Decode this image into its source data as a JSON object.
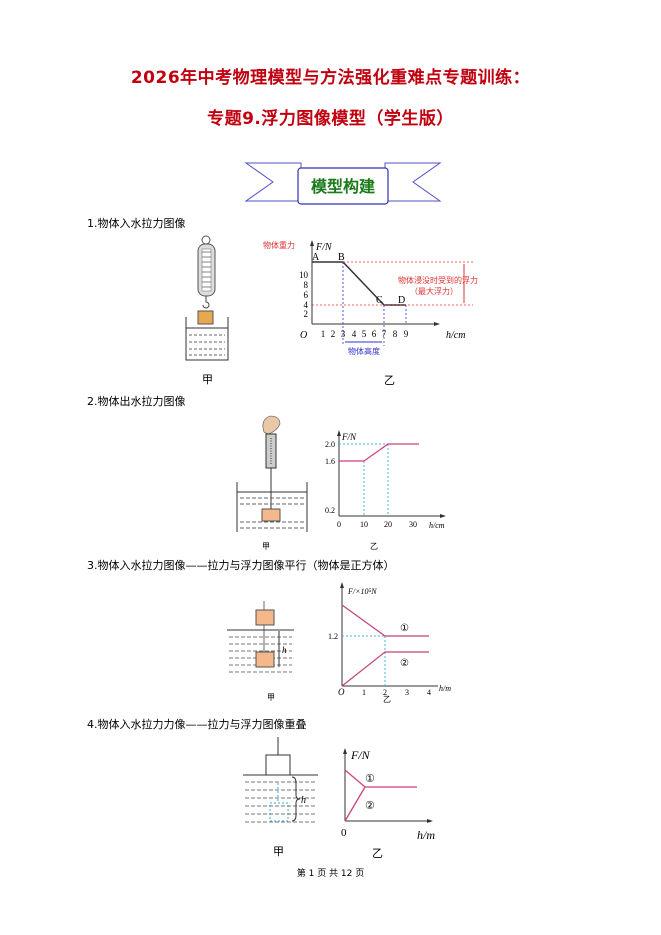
{
  "title_line1": "2026年中考物理模型与方法强化重难点专题训练：",
  "title_line2": "专题9.浮力图像模型（学生版）",
  "banner": "模型构建",
  "sections": [
    {
      "heading": "1.物体入水拉力图像",
      "left_caption": "甲",
      "right_caption": "乙",
      "annotations": {
        "weight": "物体重力",
        "buoyancy": "物体浸没时受到的浮力",
        "max_buoyancy": "（最大浮力）",
        "height": "物体高度"
      },
      "ylabel": "F/N",
      "xlabel": "h/cm",
      "origin": "O",
      "points": [
        "A",
        "B",
        "C",
        "D"
      ],
      "yticks": [
        "2",
        "4",
        "6",
        "8",
        "10"
      ],
      "xticks": [
        "1",
        "2",
        "3",
        "4",
        "5",
        "6",
        "7",
        "8",
        "9"
      ]
    },
    {
      "heading": "2.物体出水拉力图像",
      "left_caption": "甲",
      "right_caption": "乙",
      "ylabel": "F/N",
      "xlabel": "h/cm",
      "yticks": [
        "0.2",
        "1.6",
        "2.0"
      ],
      "xticks": [
        "0",
        "10",
        "20",
        "30"
      ]
    },
    {
      "heading": "3.物体入水拉力图像——拉力与浮力图像平行（物体是正方体）",
      "left_caption": "甲",
      "right_caption": "乙",
      "ylabel": "F/×10⁵N",
      "xlabel": "h/m",
      "origin": "O",
      "yticks": [
        "1.2"
      ],
      "xticks": [
        "1",
        "2",
        "3",
        "4"
      ],
      "curve_labels": [
        "①",
        "②"
      ],
      "h_label": "h"
    },
    {
      "heading": "4.物体入水拉力力像——拉力与浮力图像重叠",
      "left_caption": "甲",
      "right_caption": "乙",
      "ylabel": "F/N",
      "xlabel": "h/m",
      "origin": "0",
      "curve_labels": [
        "①",
        "②"
      ],
      "h_label": "h"
    }
  ],
  "footer": "第 1 页 共 12 页"
}
